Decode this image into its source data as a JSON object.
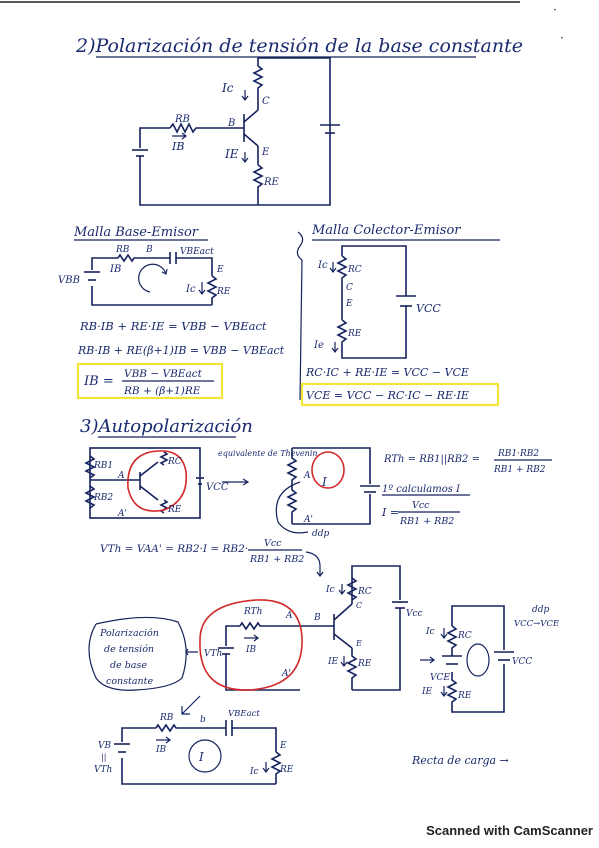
{
  "section2": {
    "title": "2)Polarización de tensión de la base constante",
    "labels": {
      "ic": "Ic",
      "c": "C",
      "rb": "RB",
      "b": "B",
      "ib": "IB",
      "ie": "IE",
      "e": "E",
      "re": "RE"
    }
  },
  "malla_be": {
    "title": "Malla Base-Emisor",
    "labels": {
      "rb": "RB",
      "b": "B",
      "vbeact": "VBEact",
      "ib": "IB",
      "e": "E",
      "vbb": "VBB",
      "ic": "Ic",
      "re": "RE"
    },
    "eq1": "RB·IB + RE·IE = VBB − VBEact",
    "eq2": "RB·IB + RE(β+1)IB = VBB − VBEact",
    "boxed_lhs": "IB =",
    "boxed_num": "VBB − VBEact",
    "boxed_den": "RB + (β+1)RE"
  },
  "malla_ce": {
    "title": "Malla Colector-Emisor",
    "labels": {
      "ic": "Ic",
      "rc": "RC",
      "c": "C",
      "e": "E",
      "re": "RE",
      "ie": "Ie",
      "vcc": "VCC"
    },
    "eq1": "RC·IC + RE·IE = VCC − VCE",
    "boxed": "VCE = VCC − RC·IC − RE·IE"
  },
  "section3": {
    "title": "3)Autopolarización",
    "labels": {
      "rb1": "RB1",
      "rb2": "RB2",
      "rc": "RC",
      "re": "RE",
      "vcc": "VCC",
      "a": "A",
      "a2": "A'",
      "i": "I",
      "ddp": "ddp"
    },
    "arrow_note": "equivalente de Thevenin",
    "rth_eq": "RTh = RB1||RB2 =",
    "rth_num": "RB1·RB2",
    "rth_den": "RB1 + RB2",
    "first_calc": "1º calculamos I",
    "i_lhs": "I =",
    "i_num": "Vcc",
    "i_den": "RB1 + RB2",
    "vth_eq": "VTh = VAA' = RB2·I = RB2·",
    "vth_num": "Vcc",
    "vth_den": "RB1 + RB2"
  },
  "thevenin": {
    "labels": {
      "rth": "RTh",
      "a": "A",
      "b": "B",
      "ib": "IB",
      "vth": "VTh",
      "a2": "A'",
      "ic": "Ic",
      "rc": "RC",
      "c": "C",
      "e": "E",
      "ie": "IE",
      "re": "RE",
      "vcc": "Vcc"
    },
    "bubble": [
      "Polarización",
      "de tensión",
      "de base",
      "constante"
    ]
  },
  "bottom": {
    "labels": {
      "rb": "RB",
      "b": "b",
      "vbeact": "VBEact",
      "ib": "IB",
      "e": "E",
      "vb": "VB",
      "eq": "||",
      "vth": "VTh",
      "i": "I",
      "ic": "Ic",
      "re": "RE"
    }
  },
  "right_ckt": {
    "labels": {
      "ddp": "ddp",
      "vcc_vce": "VCC→VCE",
      "ic": "Ic",
      "rc": "RC",
      "vce": "VCE",
      "vcc": "VCC",
      "ie": "IE",
      "re": "RE"
    },
    "recta": "Recta de carga →"
  },
  "footer": "Scanned with CamScanner"
}
